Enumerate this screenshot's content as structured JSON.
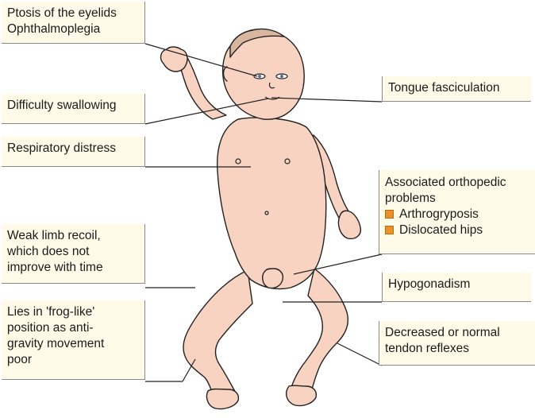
{
  "colors": {
    "skin": "#f9d3c1",
    "outline": "#222222",
    "label_bg": "#fffbe8",
    "bullet": "#e8922e",
    "hair": "#d9b6a0"
  },
  "labels": {
    "ptosis": [
      "Ptosis of the eyelids",
      "Ophthalmoplegia"
    ],
    "swallowing": [
      "Difficulty swallowing"
    ],
    "respiratory": [
      "Respiratory distress"
    ],
    "limb_recoil": [
      "Weak limb recoil,",
      "which does not",
      "improve with time"
    ],
    "frog_like": [
      "Lies in 'frog-like'",
      "position as anti-",
      "gravity movement",
      "poor"
    ],
    "tongue": [
      "Tongue fasciculation"
    ],
    "orthopedic": {
      "heading": [
        "Associated orthopedic",
        "problems"
      ],
      "items": [
        "Arthrogryposis",
        "Dislocated hips"
      ]
    },
    "hypogonadism": [
      "Hypogonadism"
    ],
    "reflexes": [
      "Decreased or normal",
      "tendon reflexes"
    ]
  }
}
